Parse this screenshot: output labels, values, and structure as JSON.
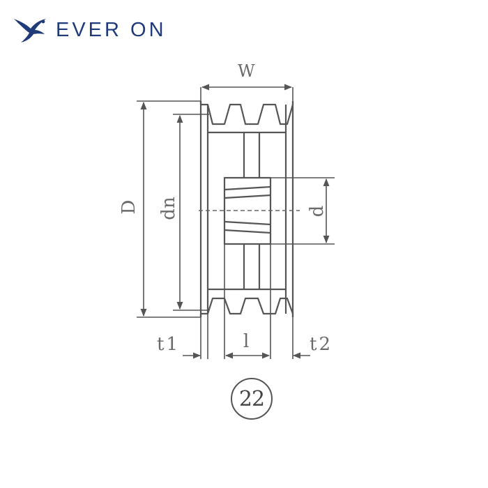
{
  "brand": {
    "name": "EVER ON",
    "color": "#1f3b7a",
    "icon": "bird-icon"
  },
  "diagram": {
    "labels": {
      "width": "W",
      "outer_diameter": "D",
      "pitch_diameter": "dn",
      "bore_diameter": "d",
      "left_offset": "t1",
      "hub_length": "l",
      "right_offset": "t2"
    },
    "figure_number": "22",
    "line_color": "#555555",
    "icon": "double-groove-pulley-section-icon"
  }
}
